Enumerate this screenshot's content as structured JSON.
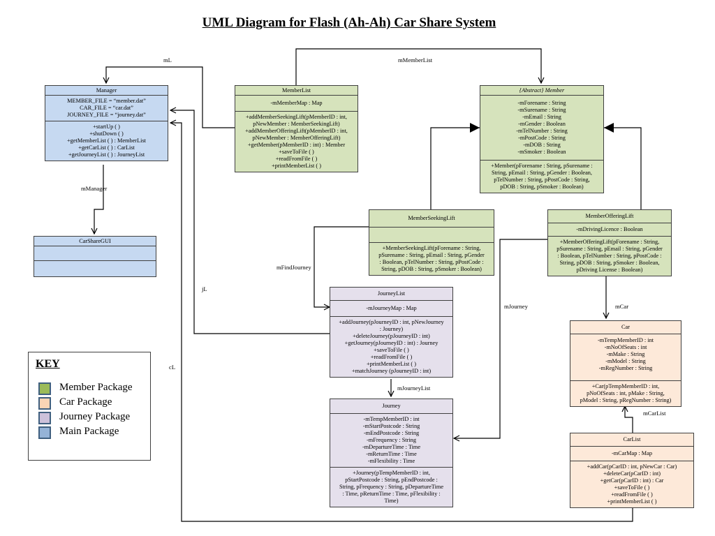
{
  "title": "UML Diagram for Flash (Ah-Ah) Car Share System",
  "colors": {
    "member": "#d6e3bc",
    "car": "#fde9d9",
    "journey": "#e5e0ec",
    "main": "#c6d9f1",
    "stroke": "#3f3f3f"
  },
  "classes": {
    "manager": {
      "name": "Manager",
      "attributes": [
        "MEMBER_FILE = “member.dat”",
        "CAR_FILE = “car.dat”",
        "JOURNEY_FILE = “journey.dat”"
      ],
      "methods": [
        "+startUp ( )",
        "+shutDown ( )",
        "+getMemberList ( ) : MemberList",
        "+getCarList ( ) : CarList",
        "+getJourneyList ( ) : JourneyList"
      ]
    },
    "carsharegui": {
      "name": "CarShareGUI"
    },
    "memberlist": {
      "name": "MemberList",
      "attributes": [
        "-mMemberMap : Map"
      ],
      "methods": [
        "+addMemberSeekingLift(pMemberID : int,",
        "pNewMember : MemberSeekingLift)",
        "+addMemberOfferingLift(pMemberID : int,",
        "pNewMember : MemberOfferingLift)",
        "+getMember(pMemberID : int) : Member",
        "+saveToFile ( )",
        "+readFromFile ( )",
        "+printMemberList ( )"
      ]
    },
    "member": {
      "name": "{Abstract} Member",
      "attributes": [
        "-mForename : String",
        "-mSurename : String",
        "-mEmail : String",
        "-mGender : Boolean",
        "-mTelNumber : String",
        "-mPostCode : String",
        "-mDOB : String",
        "-mSmoker : Boolean"
      ],
      "methods": [
        "+Member(pForename : String, pSurename :",
        "String, pEmail : String, pGender : Boolean,",
        "pTelNumber : String, pPostCode : String,",
        "pDOB : String, pSmoker : Boolean)"
      ]
    },
    "memberseekinglift": {
      "name": "MemberSeekingLift",
      "methods": [
        "+MemberSeekingLift(pForename : String,",
        "pSurename : String, pEmail : String, pGender",
        ": Boolean, pTelNumber : String, pPostCode :",
        "String, pDOB : String, pSmoker : Boolean)"
      ]
    },
    "memberofferinglift": {
      "name": "MemberOfferingLift",
      "attributes": [
        "-mDrivingLicence : Boolean"
      ],
      "methods": [
        "+MemberOfferingLift(pForename : String,",
        "pSurename : String, pEmail : String, pGender",
        ": Boolean, pTelNumber : String, pPostCode :",
        "String, pDOB : String, pSmoker : Boolean,",
        "pDriving License : Boolean)"
      ]
    },
    "journeylist": {
      "name": "JourneyList",
      "attributes": [
        "-mJourneyMap : Map"
      ],
      "methods": [
        "+addJourney(pJourneyID : int, pNewJourney",
        ": Journey)",
        "+deleteJourney(pJourneyID : int)",
        "+getJourney(pJourneyID : int) : Journey",
        "+saveToFile ( )",
        "+readFromFile ( )",
        "+printMemberList ( )",
        "+matchJourney (pJourneyID : int)"
      ]
    },
    "journey": {
      "name": "Journey",
      "attributes": [
        "-mTempMemberID : int",
        "-mStartPostcode : String",
        "-mEndPostcode : String",
        "-mFrequency : String",
        "-mDepartureTime : Time",
        "-mReturnTime : Time",
        "-mFlexibility : Time"
      ],
      "methods": [
        "+Journey(pTempMemberID : int,",
        "pStartPostcode : String, pEndPostcode :",
        "String, pFrequency : String, pDepartureTime",
        ": Time, pReturnTime : Time, pFlexibility :",
        "Time)"
      ]
    },
    "car": {
      "name": "Car",
      "attributes": [
        "-mTempMemberID : int",
        "-mNoOfSeats : int",
        "-mMake : String",
        "-mModel : String",
        "-mRegNumber : String"
      ],
      "methods": [
        "+Car(pTempMemberID : int,",
        "pNoOfSeats : int, pMake : String,",
        "pModel : String, pRegNumber : String)"
      ]
    },
    "carlist": {
      "name": "CarList",
      "attributes": [
        "-mCarMap : Map"
      ],
      "methods": [
        "+addCar(pCarID : int, pNewCar : Car)",
        "+deleteCar(pCarID : int)",
        "+getCar(pCarID : int) : Car",
        "+saveToFile ( )",
        "+readFromFile ( )",
        "+printMemberList ( )"
      ]
    }
  },
  "associations": {
    "mL": "mL",
    "mMemberList": "mMemberList",
    "mManager": "mManager",
    "mFindJourney": "mFindJourney",
    "jL": "jL",
    "mJourney": "mJourney",
    "mCar": "mCar",
    "cL": "cL",
    "mJourneyList": "mJourneyList",
    "mCarList": "mCarList"
  },
  "key": {
    "title": "KEY",
    "items": [
      {
        "label": "Member Package",
        "color": "#9bbb59"
      },
      {
        "label": "Car Package",
        "color": "#fbd5b5"
      },
      {
        "label": "Journey Package",
        "color": "#ccc1da"
      },
      {
        "label": "Main Package",
        "color": "#95b3d7"
      }
    ]
  }
}
